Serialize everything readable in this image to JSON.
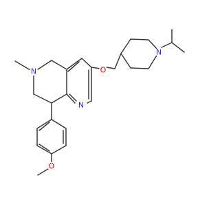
{
  "molecule": {
    "atoms": [
      {
        "id": "N_pip",
        "element": "N",
        "label": "N"
      },
      {
        "id": "O_ether",
        "element": "O",
        "label": "O"
      },
      {
        "id": "N_ring",
        "element": "N",
        "label": "N"
      },
      {
        "id": "N_pyr",
        "element": "N",
        "label": "N"
      },
      {
        "id": "O_meo",
        "element": "O",
        "label": "O"
      }
    ],
    "colors": {
      "bond": "#3a3a3a",
      "nitrogen": "#2c2cff",
      "oxygen": "#e00000"
    }
  }
}
